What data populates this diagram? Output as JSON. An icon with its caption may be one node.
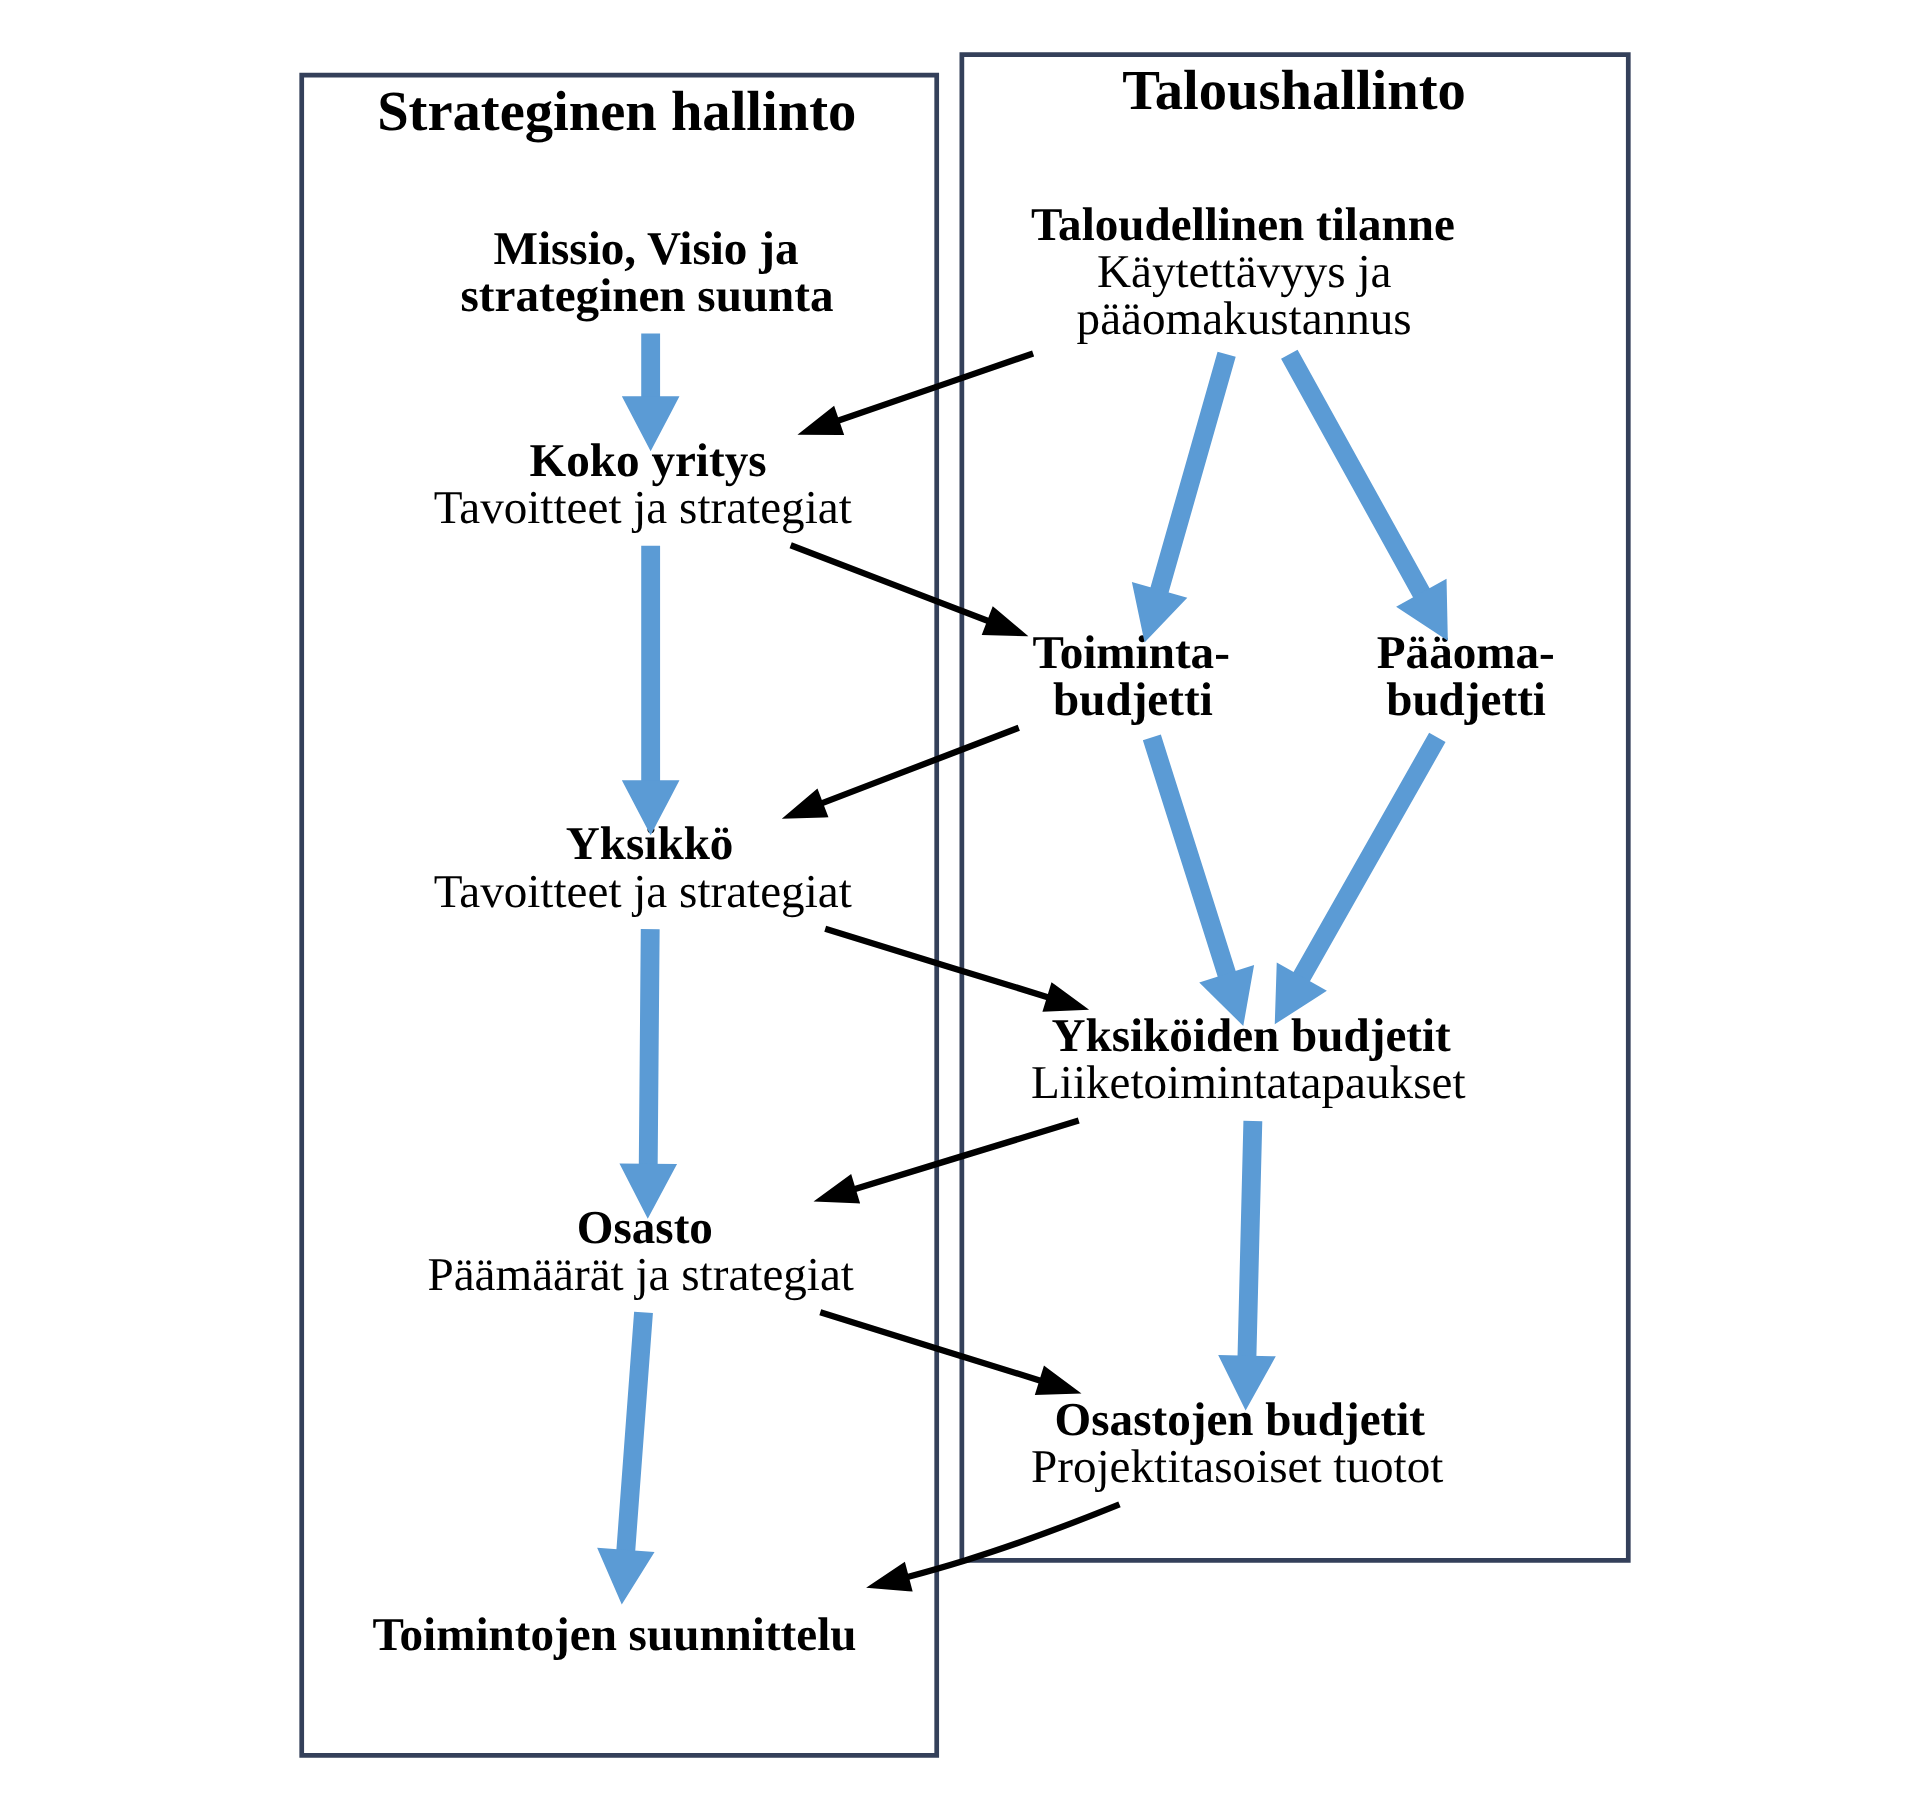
{
  "diagram": {
    "nodes": [
      {
        "text": [
          "Strateginen hallinto"
        ]
      },
      {
        "text": [
          "Missio, Visio ja strateginen suunta"
        ],
        "in": 0
      },
      {
        "text": [
          "Koko yritys",
          "Tavoitteet ja strategiat"
        ],
        "in": 0
      },
      {
        "text": [
          "Yksikkö",
          "Tavoitteet ja strategiat"
        ],
        "in": 0
      },
      {
        "text": [
          "Osasto",
          "Päämäärät ja strategiat"
        ],
        "in": 0
      },
      {
        "text": [
          "Toimintojen suunnittelu"
        ],
        "in": 0
      },
      {
        "text": [
          "Taloushallinto"
        ]
      },
      {
        "text": [
          "Taloudellinen tilanne",
          "Käytettävyys ja pääomakustannus"
        ],
        "in": 6
      },
      {
        "text": [
          "Toiminta- budjetti"
        ],
        "in": 6
      },
      {
        "text": [
          "Pääoma- budjetti"
        ],
        "in": 6
      },
      {
        "text": [
          "Yksiköiden budjetit",
          "Liiketoimintatapaukset"
        ],
        "in": 6
      },
      {
        "text": [
          "Osastojen budjetit",
          "Projektitasoiset tuotot"
        ],
        "in": 6
      }
    ],
    "edges": [
      {
        "from": 1,
        "to": 2,
        "arrow": "to"
      },
      {
        "from": 2,
        "to": 3,
        "arrow": "to"
      },
      {
        "from": 3,
        "to": 4,
        "arrow": "to"
      },
      {
        "from": 4,
        "to": 5,
        "arrow": "to"
      },
      {
        "from": 7,
        "to": 8,
        "arrow": "to"
      },
      {
        "from": 7,
        "to": 9,
        "arrow": "to"
      },
      {
        "from": 8,
        "to": 10,
        "arrow": "to"
      },
      {
        "from": 9,
        "to": 10,
        "arrow": "to"
      },
      {
        "from": 10,
        "to": 11,
        "arrow": "to"
      },
      {
        "from": 7,
        "to": 2,
        "arrow": "to",
        "color": "#000000"
      },
      {
        "from": 2,
        "to": 8,
        "arrow": "to",
        "color": "#000000"
      },
      {
        "from": 8,
        "to": 3,
        "arrow": "to",
        "color": "#000000"
      },
      {
        "from": 3,
        "to": 10,
        "arrow": "to",
        "color": "#000000"
      },
      {
        "from": 10,
        "to": 4,
        "arrow": "to",
        "color": "#000000"
      },
      {
        "from": 4,
        "to": 11,
        "arrow": "to",
        "color": "#000000"
      },
      {
        "from": 11,
        "to": 5,
        "arrow": "to",
        "color": "#000000"
      }
    ]
  }
}
